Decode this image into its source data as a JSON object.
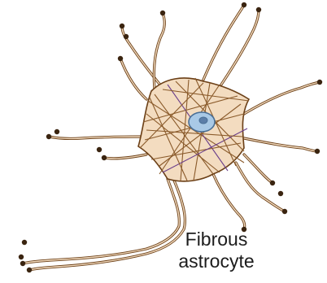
{
  "label": {
    "line1": "Fibrous",
    "line2": "astrocyte"
  },
  "colors": {
    "background": "#ffffff",
    "outline": "#6b3f16",
    "body_fill": "#f3dcc0",
    "fiber": "#8a5a2a",
    "fiber_accent": "#6a3e8a",
    "nucleus_fill": "#a9c9e6",
    "nucleus_outline": "#4a6f96",
    "nucleolus": "#5c7ea8",
    "process_tip": "#3a2410"
  },
  "icons": [
    "astrocyte-cell-illustration"
  ]
}
